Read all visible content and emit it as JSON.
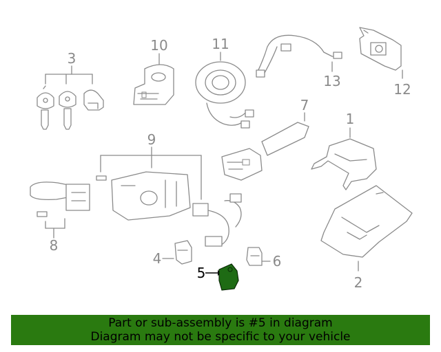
{
  "callouts": {
    "c1": "1",
    "c2": "2",
    "c3": "3",
    "c4": "4",
    "c5": "5",
    "c6": "6",
    "c7": "7",
    "c8": "8",
    "c9": "9",
    "c10": "10",
    "c11": "11",
    "c12": "12",
    "c13": "13"
  },
  "highlight_color": "#1e6b14",
  "banner": {
    "line1": "Part or sub-assembly is #5 in diagram",
    "line2": "Diagram may not be specific to your vehicle",
    "background": "#2a7a10"
  }
}
